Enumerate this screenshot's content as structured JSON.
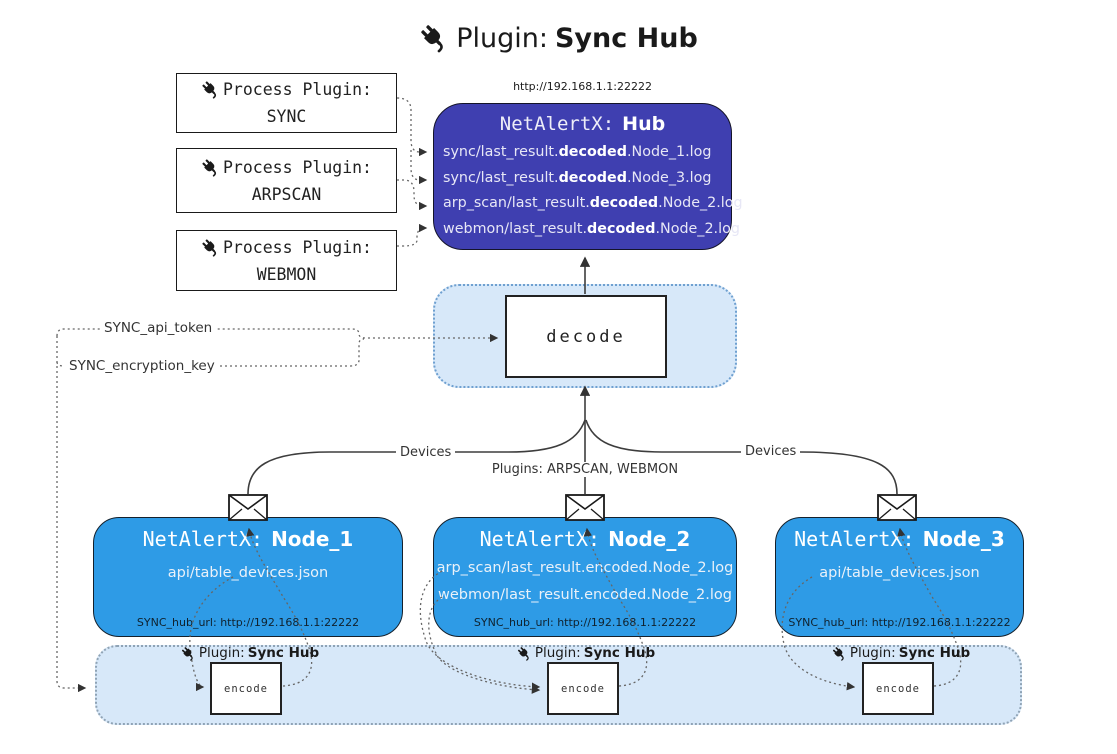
{
  "title": {
    "prefix": "Plugin:",
    "name": "Sync Hub"
  },
  "hub": {
    "url": "http://192.168.1.1:22222",
    "name_prefix": "NetAlertX:",
    "name": "Hub",
    "lines": [
      {
        "pre": "sync/last_result.",
        "bold": "decoded",
        "post": ".Node_1.log"
      },
      {
        "pre": "sync/last_result.",
        "bold": "decoded",
        "post": ".Node_3.log"
      },
      {
        "pre": "arp_scan/last_result.",
        "bold": "decoded",
        "post": ".Node_2.log"
      },
      {
        "pre": "webmon/last_result.",
        "bold": "decoded",
        "post": ".Node_2.log"
      }
    ]
  },
  "process_plugins": [
    {
      "label": "Process Plugin:",
      "name": "SYNC"
    },
    {
      "label": "Process Plugin:",
      "name": "ARPSCAN"
    },
    {
      "label": "Process Plugin:",
      "name": "WEBMON"
    }
  ],
  "decode": {
    "label": "decode"
  },
  "settings": {
    "api_token": "SYNC_api_token",
    "encryption_key": "SYNC_encryption_key"
  },
  "edge_labels": {
    "devices_left": "Devices",
    "plugins_mid": "Plugins: ARPSCAN, WEBMON",
    "devices_right": "Devices"
  },
  "nodes": [
    {
      "name_prefix": "NetAlertX:",
      "name": "Node_1",
      "files": [
        "api/table_devices.json"
      ],
      "hub_url": "SYNC_hub_url: http://192.168.1.1:22222"
    },
    {
      "name_prefix": "NetAlertX:",
      "name": "Node_2",
      "files": [
        "arp_scan/last_result.encoded.Node_2.log",
        "webmon/last_result.encoded.Node_2.log"
      ],
      "hub_url": "SYNC_hub_url: http://192.168.1.1:22222"
    },
    {
      "name_prefix": "NetAlertX:",
      "name": "Node_3",
      "files": [
        "api/table_devices.json"
      ],
      "hub_url": "SYNC_hub_url: http://192.168.1.1:22222"
    }
  ],
  "encode_section": {
    "label_prefix": "Plugin:",
    "label_name": "Sync Hub",
    "box_label": "encode"
  },
  "colors": {
    "hub_fill": "#3F3FB0",
    "node_fill": "#2E9BE6",
    "container_fill": "#D7E8F9",
    "decode_container_border": "#6FA0D0",
    "encode_container_border": "#8FA3B5",
    "wire": "#555555",
    "solid_wire": "#3d3d3d",
    "light_text": "#EAF1F9"
  }
}
